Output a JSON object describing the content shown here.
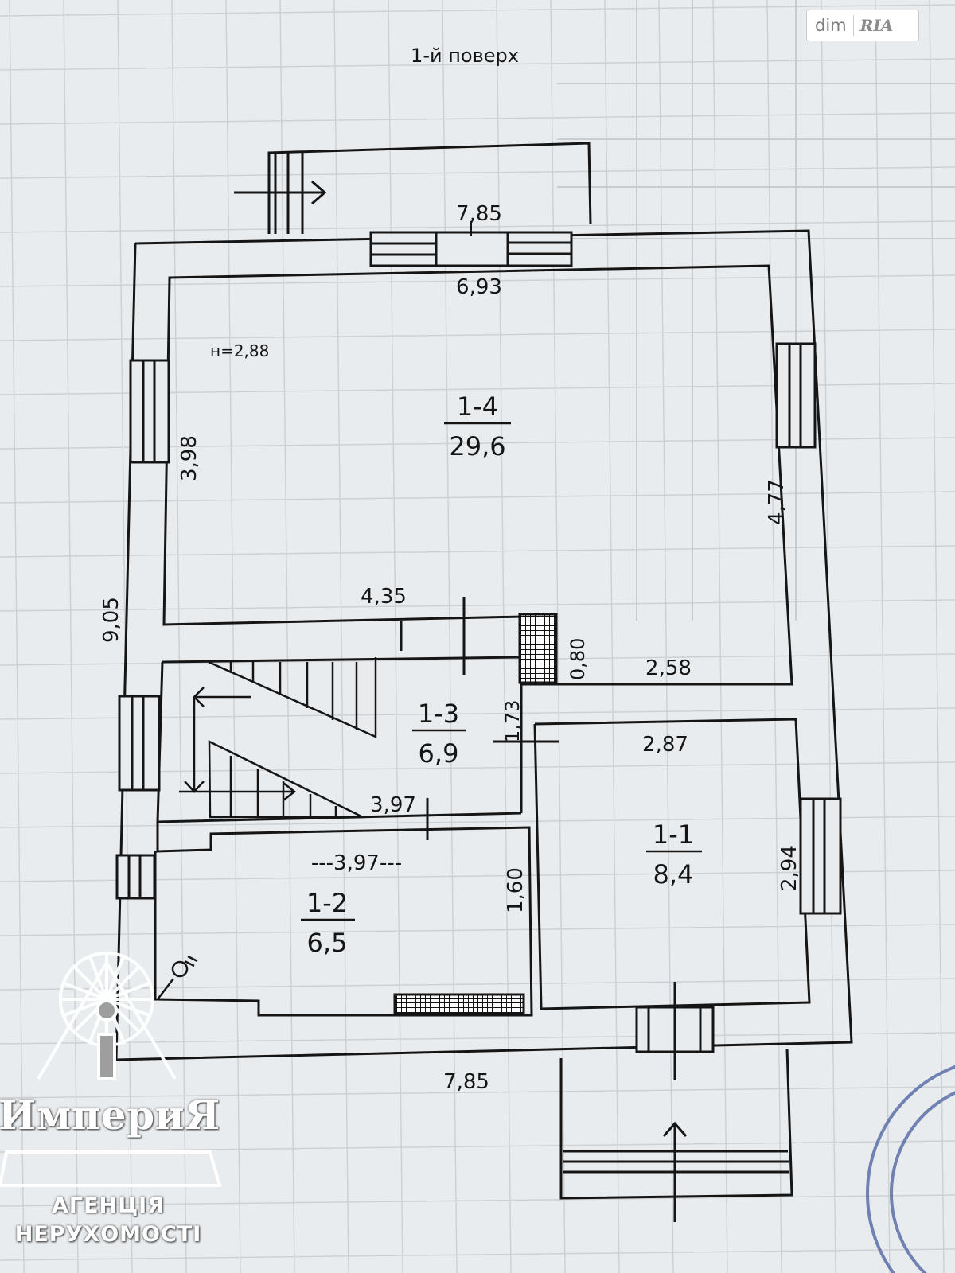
{
  "floor_title": "1-й поверх",
  "ceiling_height": "н=2,88",
  "rooms": [
    {
      "number": "1-4",
      "area": "29,6"
    },
    {
      "number": "1-3",
      "area": "6,9"
    },
    {
      "number": "1-2",
      "area": "6,5"
    },
    {
      "number": "1-1",
      "area": "8,4"
    }
  ],
  "dimensions": {
    "top_outer": "7,85",
    "top_inner": "6,93",
    "left_outer": "9,05",
    "room_1_4_left": "3,98",
    "room_1_4_right": "4,77",
    "room_1_4_bottom": "4,35",
    "chimney": "0,80",
    "step_right": "2,58",
    "room_1_3_height": "1,73",
    "room_1_3_width": "3,97",
    "room_1_2_width": "---3,97---",
    "room_1_2_height": "1,60",
    "room_1_1_width": "2,87",
    "room_1_1_height": "2,94",
    "bottom_outer": "7,85"
  },
  "watermark": {
    "left": "dim",
    "right": "RIA"
  },
  "logo": {
    "name": "ИмпериЯ",
    "line1": "АГЕНЦІЯ",
    "line2": "НЕРУХОМОСТІ"
  },
  "colors": {
    "paper": "#e9ecee",
    "ink": "#151515",
    "grid": "#cdd1d5"
  }
}
